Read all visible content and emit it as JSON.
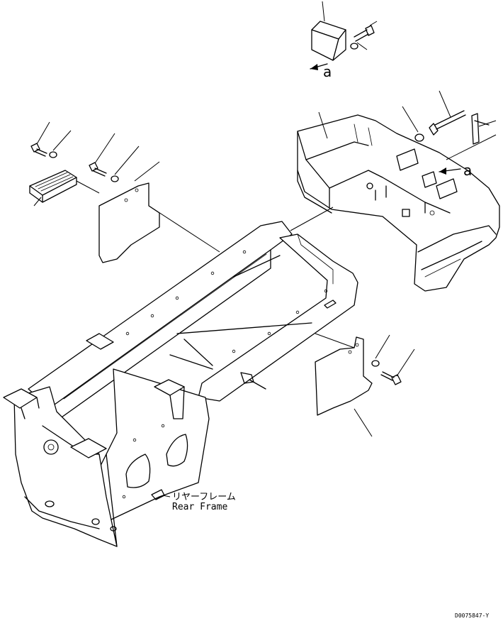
{
  "part_label_jp": "リヤーフレーム",
  "part_label_en": "Rear Frame",
  "view_marker": "a",
  "drawing_number": "D0075847-Y"
}
